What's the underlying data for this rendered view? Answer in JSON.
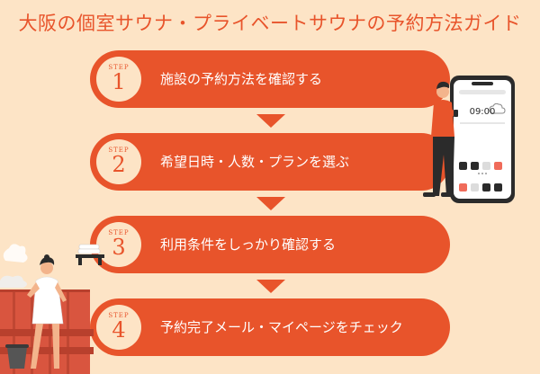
{
  "title": "大阪の個室サウナ・プライベートサウナの予約方法ガイド",
  "step_label": "STEP",
  "steps": [
    {
      "number": "1",
      "text": "施設の予約方法を確認する"
    },
    {
      "number": "2",
      "text": "希望日時・人数・プランを選ぶ"
    },
    {
      "number": "3",
      "text": "利用条件をしっかり確認する"
    },
    {
      "number": "4",
      "text": "予約完了メール・マイページをチェック"
    }
  ],
  "phone": {
    "time": "09:00"
  },
  "colors": {
    "accent": "#e8542b",
    "background": "#fde4c6"
  }
}
